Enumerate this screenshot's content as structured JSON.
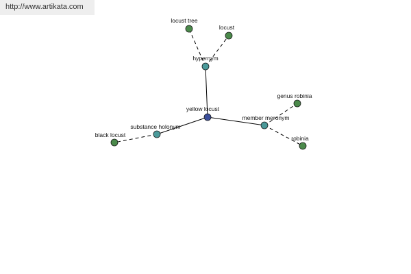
{
  "watermark": "http://www.artikata.com",
  "colors": {
    "center": "#3a4e9a",
    "relation": "#4b9a9a",
    "leaf": "#4b8a4b",
    "edge": "#000000"
  },
  "nodes": [
    {
      "id": "yellow-locust",
      "label": "yellow locust",
      "kind": "center"
    },
    {
      "id": "hypernym",
      "label": "hypernym",
      "kind": "relation"
    },
    {
      "id": "locust-tree",
      "label": "locust tree",
      "kind": "leaf"
    },
    {
      "id": "locust",
      "label": "locust",
      "kind": "leaf"
    },
    {
      "id": "member-meronym",
      "label": "member meronym",
      "kind": "relation"
    },
    {
      "id": "genus-robinia",
      "label": "genus robinia",
      "kind": "leaf"
    },
    {
      "id": "robinia",
      "label": "robinia",
      "kind": "leaf"
    },
    {
      "id": "substance-holonym",
      "label": "substance holonym",
      "kind": "relation"
    },
    {
      "id": "black-locust",
      "label": "black locust",
      "kind": "leaf"
    }
  ],
  "edges": [
    {
      "from": "yellow-locust",
      "to": "hypernym",
      "style": "solid"
    },
    {
      "from": "yellow-locust",
      "to": "member-meronym",
      "style": "solid"
    },
    {
      "from": "yellow-locust",
      "to": "substance-holonym",
      "style": "solid"
    },
    {
      "from": "hypernym",
      "to": "locust-tree",
      "style": "dashed"
    },
    {
      "from": "hypernym",
      "to": "locust",
      "style": "dashed"
    },
    {
      "from": "member-meronym",
      "to": "genus-robinia",
      "style": "dashed"
    },
    {
      "from": "member-meronym",
      "to": "robinia",
      "style": "dashed"
    },
    {
      "from": "substance-holonym",
      "to": "black-locust",
      "style": "dashed"
    }
  ]
}
